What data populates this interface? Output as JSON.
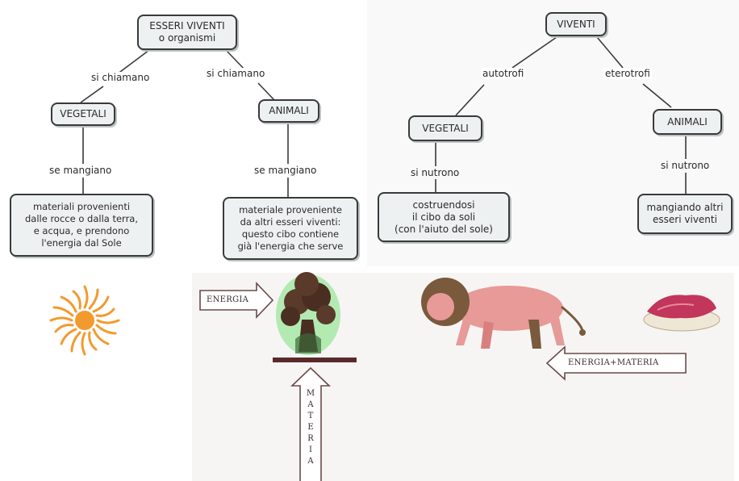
{
  "colors": {
    "node_fill": "#eef1f1",
    "node_border": "#3a3a3a",
    "sun": "#f29a2e",
    "tree": "#5a3a2a",
    "tree_glow": "#7ce07c",
    "lion_body": "#e79a97",
    "lion_mane": "#7a5a3c",
    "meat": "#c2365b",
    "ground_bar": "#5a2a2a"
  },
  "map_left": {
    "root": "ESSERI VIVENTI\no organismi",
    "link_left": "si chiamano",
    "link_right": "si chiamano",
    "vegetali": "VEGETALI",
    "animali": "ANIMALI",
    "veg_link": "se mangiano",
    "ani_link": "se mangiano",
    "veg_desc": "materiali provenienti\ndalle rocce o dalla terra,\ne acqua, e prendono\nl'energia dal Sole",
    "ani_desc": "materiale proveniente\nda altri esseri viventi:\nquesto cibo contiene\ngià l'energia che serve"
  },
  "map_right": {
    "root": "VIVENTI",
    "link_left": "autotrofi",
    "link_right": "eterotrofi",
    "vegetali": "VEGETALI",
    "animali": "ANIMALI",
    "veg_link": "si nutrono",
    "ani_link": "si nutrono",
    "veg_desc": "costruendosi\nil cibo da soli\n(con l'aiuto del sole)",
    "ani_desc": "mangiando altri\nesseri viventi"
  },
  "illustration": {
    "energia_label": "ENERGIA",
    "materia_letters": [
      "M",
      "A",
      "T",
      "E",
      "R",
      "I",
      "A"
    ],
    "energia_materia_label": "ENERGIA+MATERIA",
    "icons": [
      "sun-icon",
      "tree-icon",
      "lion-icon",
      "meat-icon"
    ]
  }
}
